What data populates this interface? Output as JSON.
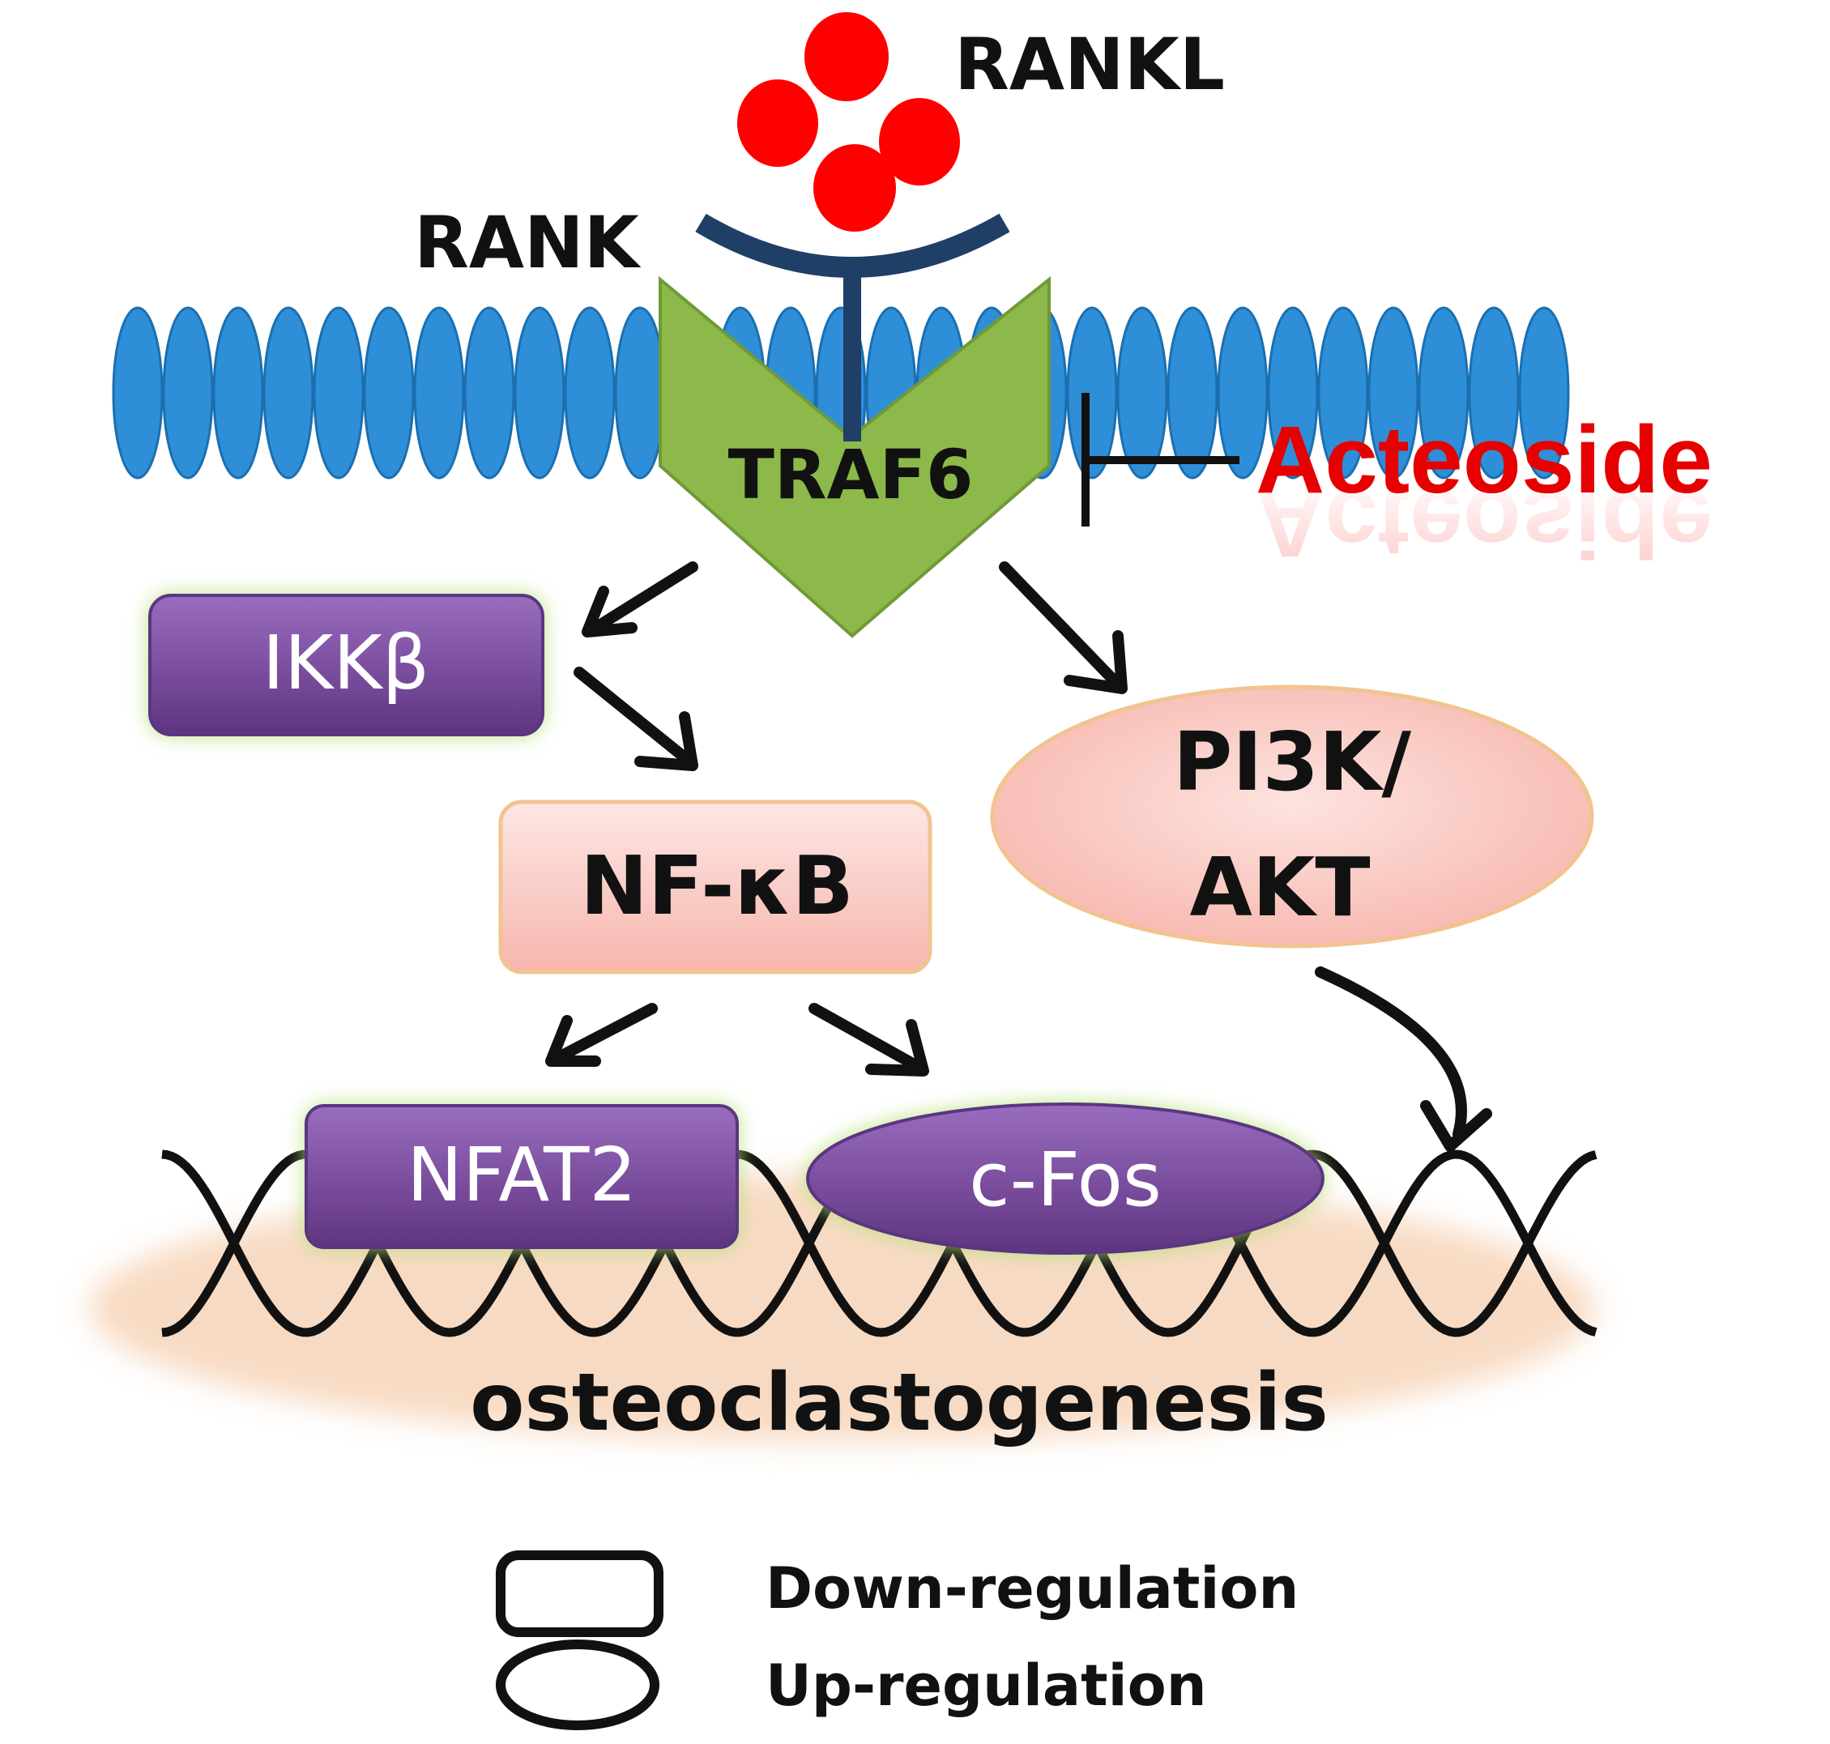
{
  "labels": {
    "rankl": "RANKL",
    "rank": "RANK",
    "traf6": "TRAF6",
    "acteoside": "Acteoside",
    "ikkb": "IKKβ",
    "nfkb": "NF-κB",
    "pi3k_line1": "PI3K/",
    "pi3k_line2": "AKT",
    "nfat2": "NFAT2",
    "cfos": "c-Fos",
    "outcome": "osteoclastogenesis"
  },
  "legend": {
    "down": "Down-regulation",
    "up": "Up-regulation"
  },
  "colors": {
    "rankl_red": "#ff0000",
    "rank_navy": "#1f3f66",
    "membrane_blue": "#2e8fd8",
    "traf6_green": "#8db84a",
    "purple_box": "#7a4a9c",
    "pink_box": "#fbd3cf",
    "acteoside_red": "#e60000",
    "glow_green": "#b6e07a",
    "nucleus_peach": "#f7d7bd"
  }
}
